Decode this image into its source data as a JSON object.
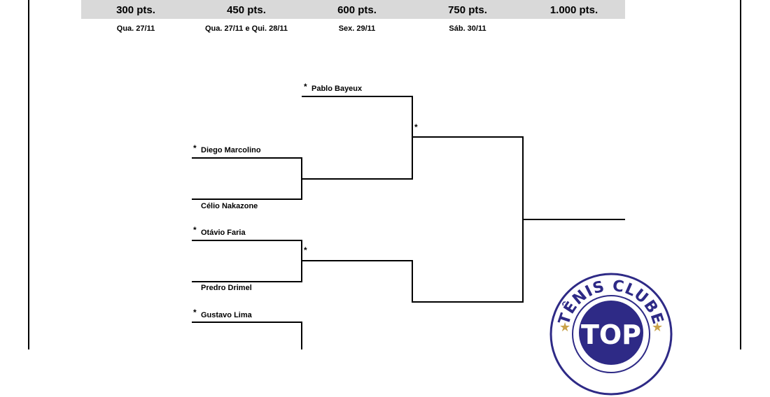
{
  "header": {
    "rounds": [
      {
        "points": "300 pts.",
        "dates": "Qua. 27/11"
      },
      {
        "points": "450 pts.",
        "dates": "Qua. 27/11 e Qui. 28/11"
      },
      {
        "points": "600 pts.",
        "dates": "Sex. 29/11"
      },
      {
        "points": "750 pts.",
        "dates": "Sáb. 30/11"
      },
      {
        "points": "1.000 pts.",
        "dates": ""
      }
    ]
  },
  "bracket": {
    "seed_mark": "*",
    "players": [
      {
        "name": "Pablo Bayeux",
        "seeded": true
      },
      {
        "name": "Diego Marcolino",
        "seeded": true
      },
      {
        "name": "Célio Nakazone",
        "seeded": false
      },
      {
        "name": "Otávio Faria",
        "seeded": true
      },
      {
        "name": "Predro Drimel",
        "seeded": false
      },
      {
        "name": "Gustavo Lima",
        "seeded": true
      }
    ]
  },
  "logo": {
    "text_top": "TÊNIS CLUBE",
    "monogram": "TOP",
    "ring_color": "#2e2a86",
    "star_color": "#c9a24a"
  }
}
